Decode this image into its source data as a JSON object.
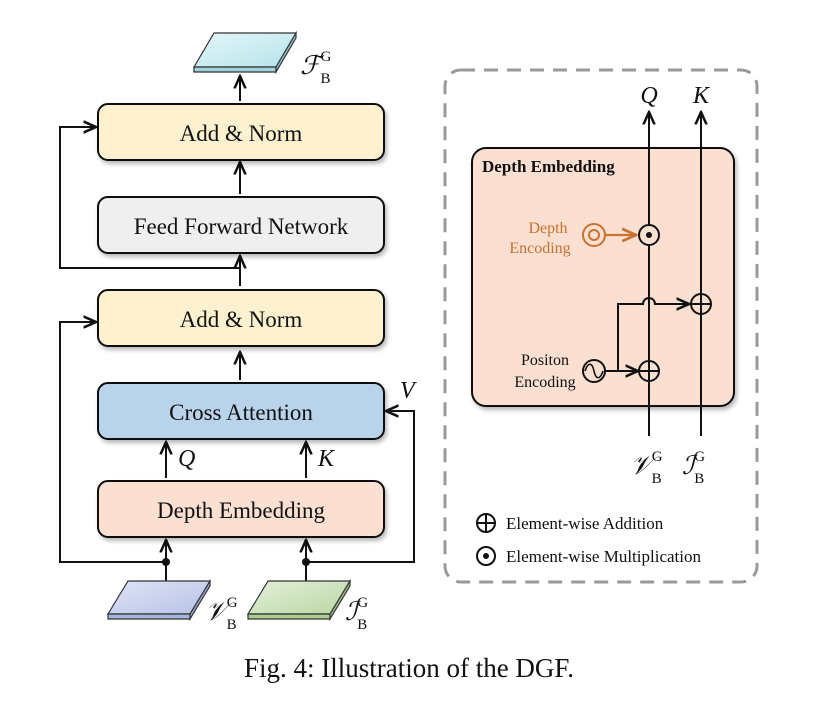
{
  "left": {
    "feature_out": {
      "main": "ℱ",
      "sub": "B",
      "sup": "G"
    },
    "add_norm_top": "Add & Norm",
    "ffn": "Feed Forward Network",
    "add_norm_mid": "Add & Norm",
    "cross_attention": "Cross Attention",
    "depth_embedding": "Depth Embedding",
    "q_label": "Q",
    "k_label": "K",
    "v_label": "V",
    "input_v": {
      "main": "𝒱",
      "sub": "B",
      "sup": "G"
    },
    "input_i": {
      "main": "ℐ",
      "sub": "B",
      "sup": "G"
    }
  },
  "detail": {
    "title": "Depth Embedding",
    "q_label": "Q",
    "k_label": "K",
    "depth_encoding": [
      "Depth",
      "Encoding"
    ],
    "position_encoding": [
      "Positon",
      "Encoding"
    ],
    "input_v": {
      "main": "𝒱",
      "sub": "B",
      "sup": "G"
    },
    "input_i": {
      "main": "ℐ",
      "sub": "B",
      "sup": "G"
    },
    "legend_add": "Element-wise Addition",
    "legend_mul": "Element-wise Multiplication"
  },
  "caption": "Fig. 4: Illustration of the DGF.",
  "colors": {
    "add_norm": "#fdf1cf",
    "ffn": "#efefef",
    "cross_attention": "#b8d3ea",
    "depth_embedding": "#fbe0d2",
    "depth_encoding": "#c9712f",
    "input_v": "#cdd5ee",
    "input_i": "#d4e6c6",
    "feature_out": "#cdeef2"
  }
}
